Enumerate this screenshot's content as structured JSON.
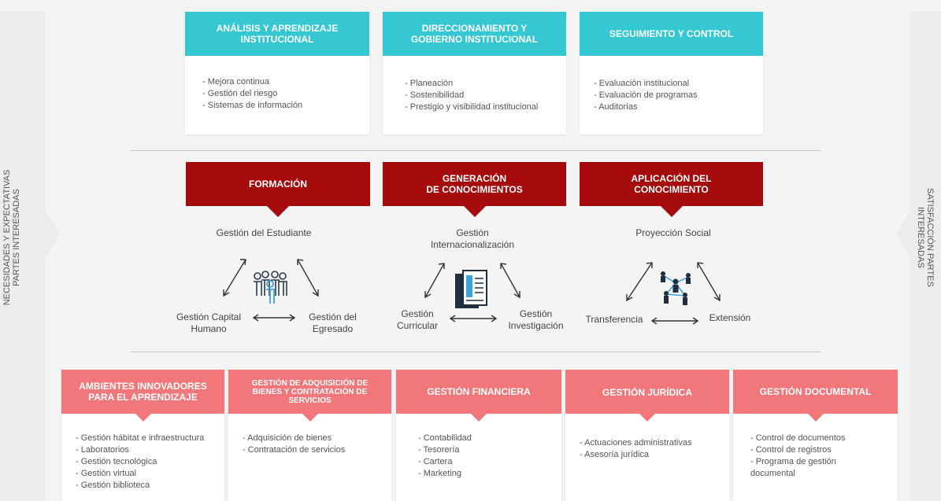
{
  "sides": {
    "left_label_line1": "NECESIDADES Y EXPECTATIVAS",
    "left_label_line2": "PARTES INTERESADAS",
    "right_label_line1": "SATISFACCIÓN PARTES",
    "right_label_line2": "INTERESADAS"
  },
  "top_cards": [
    {
      "title": "ANÁLISIS Y APRENDIZAJE INSTITUCIONAL",
      "items": [
        "Mejora continua",
        "Gestión del riesgo",
        "Sistemas de información"
      ]
    },
    {
      "title": "DIRECCIONAMIENTO Y GOBIERNO INSTITUCIONAL",
      "items": [
        "Planeación",
        "Sostenibilidad",
        "Prestigio y visibilidad institucional"
      ]
    },
    {
      "title": "SEGUIMIENTO Y CONTROL",
      "items": [
        "Evaluación institucional",
        "Evaluación de programas",
        "Auditorías"
      ]
    }
  ],
  "middle": [
    {
      "title_line1": "FORMACIÓN",
      "title_line2": "",
      "top": "Gestión del Estudiante",
      "left": "Gestión Capital Humano",
      "right": "Gestión del Egresado",
      "icon": "people-group-icon"
    },
    {
      "title_line1": "GENERACIÓN",
      "title_line2": "DE CONOCIMIENTOS",
      "top": "Gestión Internacionalización",
      "left": "Gestión Curricular",
      "right": "Gestión Investigación",
      "icon": "documents-icon"
    },
    {
      "title_line1": "APLICACIÓN DEL",
      "title_line2": "CONOCIMIENTO",
      "top": "Proyección Social",
      "left": "Transferencia",
      "right": "Extensión",
      "icon": "network-people-icon"
    }
  ],
  "bottom_cards": [
    {
      "title": "AMBIENTES INNOVADORES PARA EL APRENDIZAJE",
      "items": [
        "Gestión hábitat e infraestructura",
        "Laboratorios",
        "Gestión tecnológica",
        "Gestión virtual",
        "Gestión biblioteca"
      ]
    },
    {
      "title": "GESTIÓN DE ADQUISICIÓN DE BIENES Y CONTRATACIÓN DE SERVICIOS",
      "items": [
        "Adquisición de bienes",
        "Contratación de servicios"
      ]
    },
    {
      "title": "GESTIÓN FINANCIERA",
      "items": [
        "Contabilidad",
        "Tesorería",
        "Cartera",
        "Marketing"
      ]
    },
    {
      "title": "GESTIÓN JURÍDICA",
      "items": [
        "Actuaciones administrativas",
        "Asesoría jurídica"
      ]
    },
    {
      "title": "GESTIÓN DOCUMENTAL",
      "items": [
        "Control de documentos",
        "Control de registros",
        "Programa de gestión documental"
      ]
    }
  ],
  "colors": {
    "cyan": "#35c8d2",
    "dark_red": "#a50a0d",
    "salmon": "#f1777a"
  }
}
